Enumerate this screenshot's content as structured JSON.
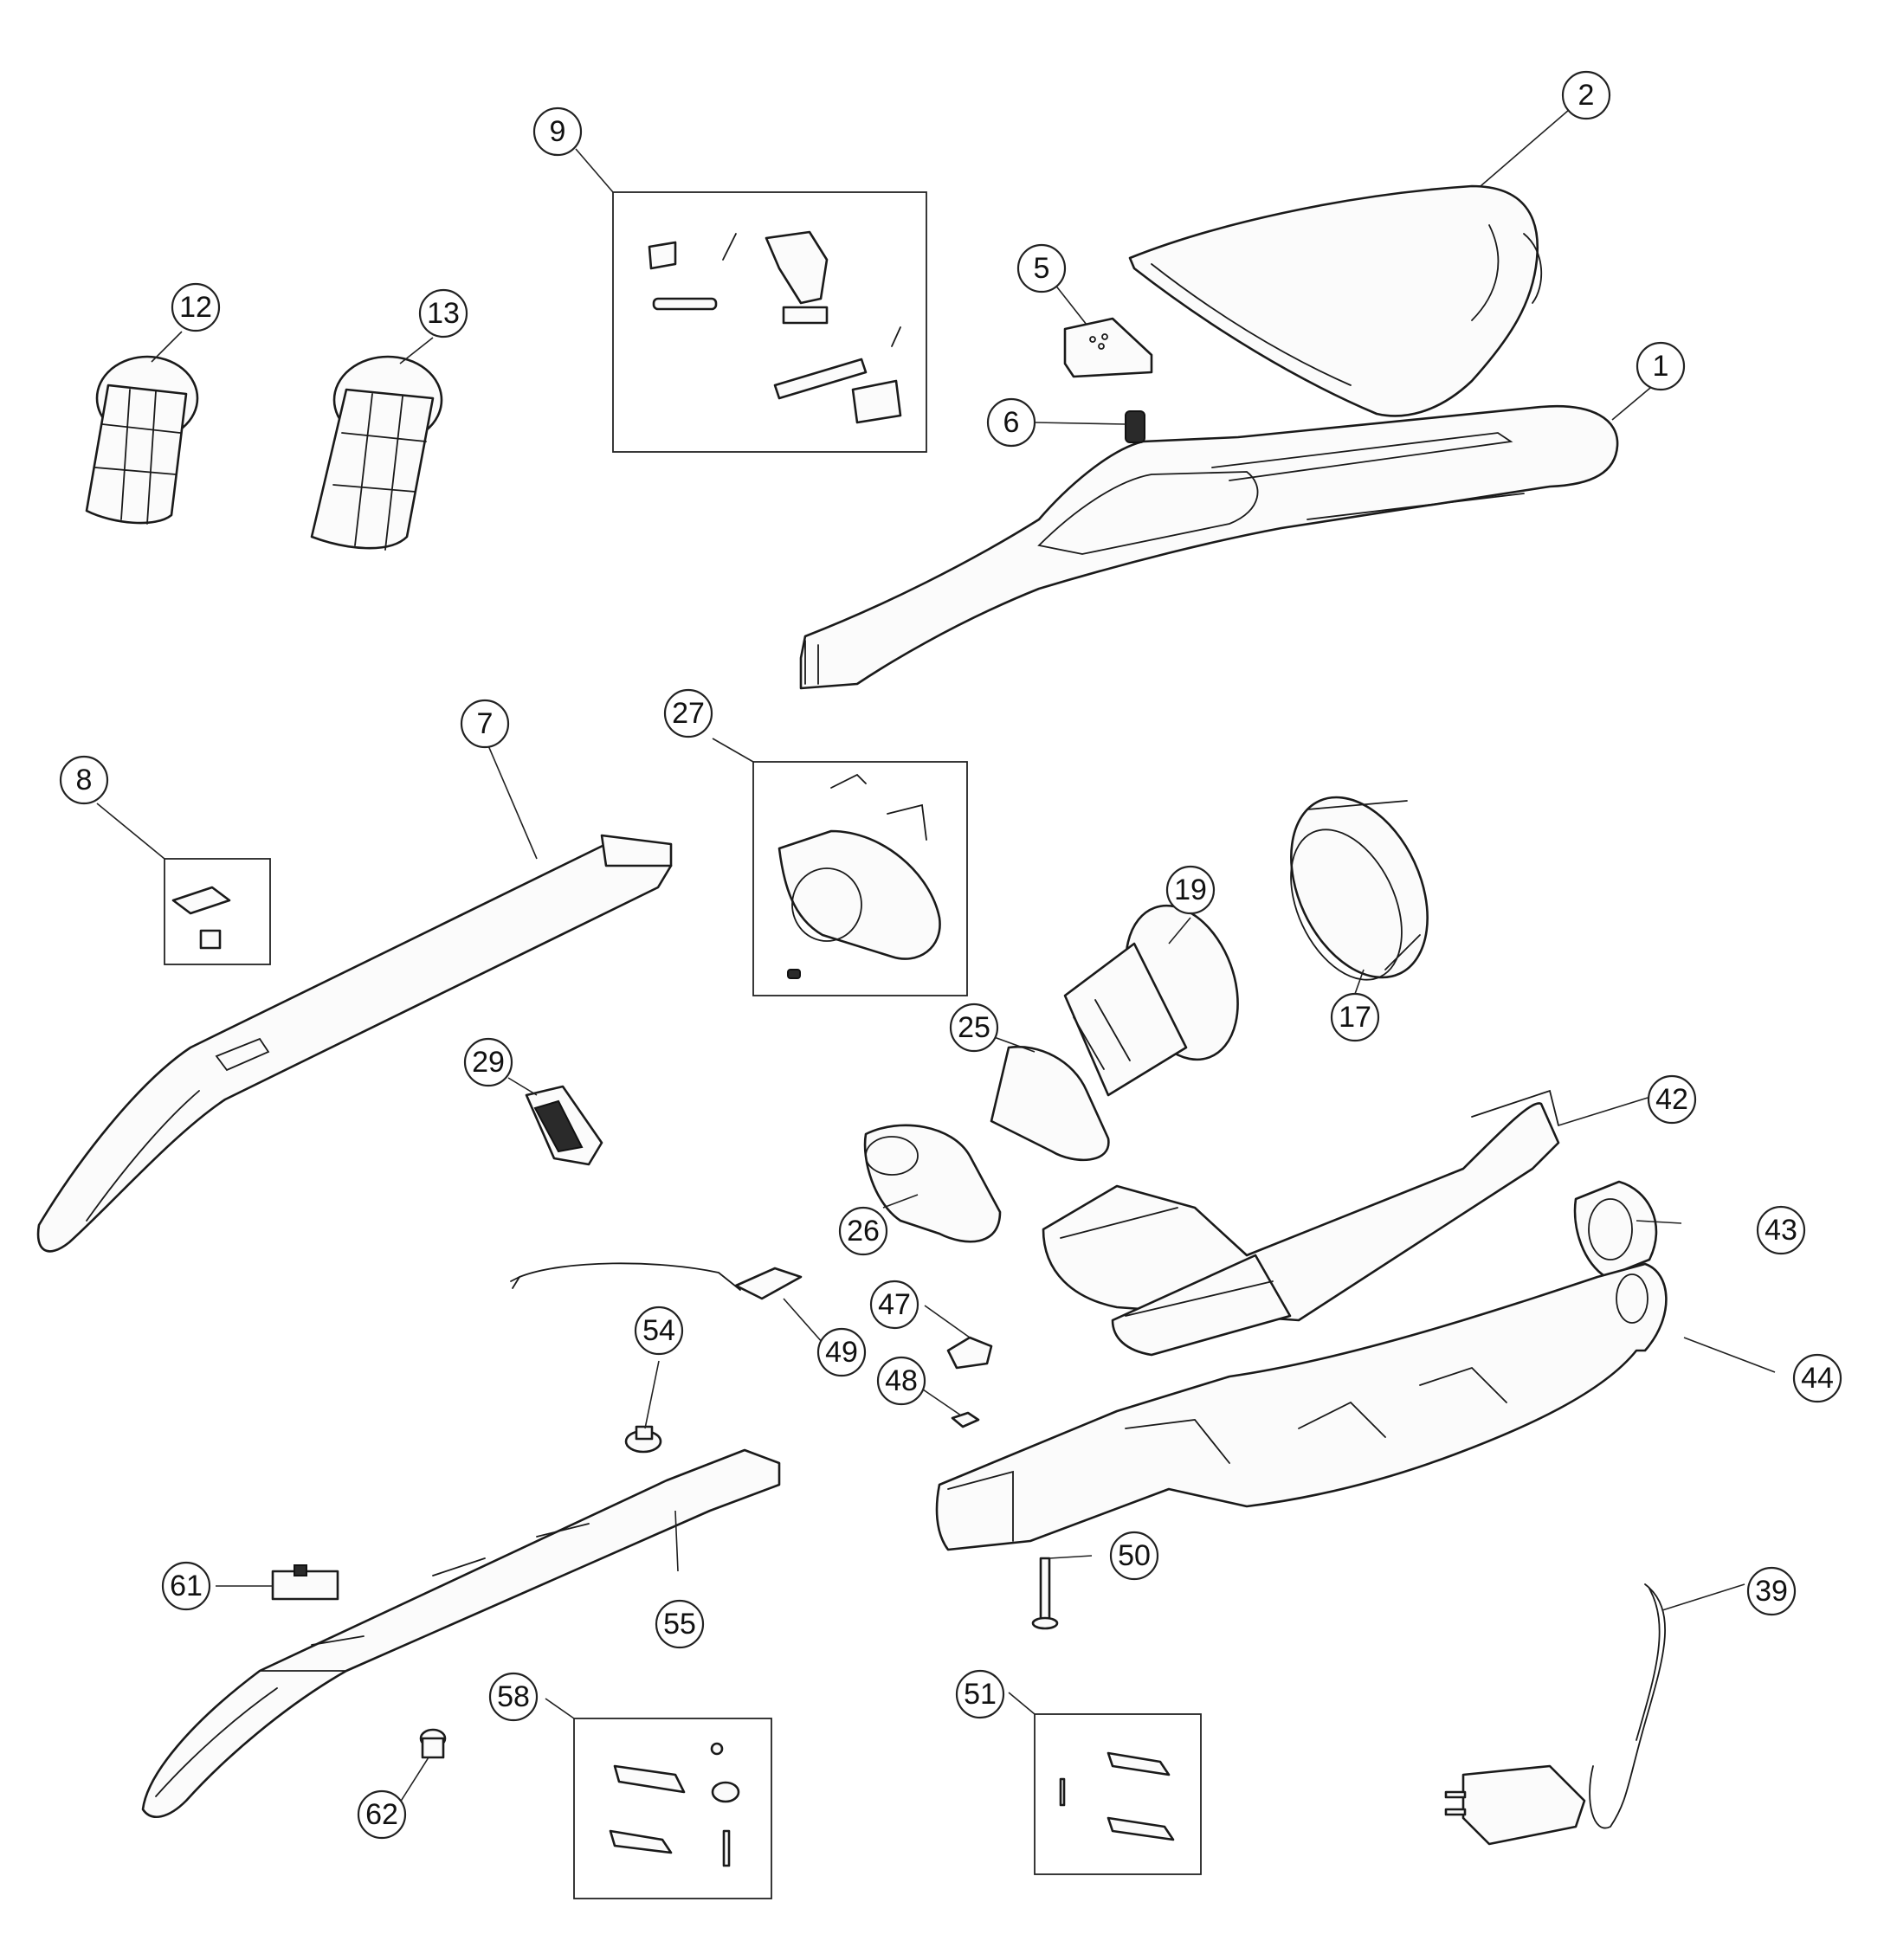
{
  "callouts": {
    "c1": "1",
    "c2": "2",
    "c5": "5",
    "c6": "6",
    "c7": "7",
    "c8": "8",
    "c9": "9",
    "c12": "12",
    "c13": "13",
    "c17": "17",
    "c19": "19",
    "c25": "25",
    "c26": "26",
    "c27": "27",
    "c29": "29",
    "c39": "39",
    "c42": "42",
    "c43": "43",
    "c44": "44",
    "c47": "47",
    "c48": "48",
    "c49": "49",
    "c50": "50",
    "c51": "51",
    "c54": "54",
    "c55": "55",
    "c58": "58",
    "c61": "61",
    "c62": "62"
  }
}
